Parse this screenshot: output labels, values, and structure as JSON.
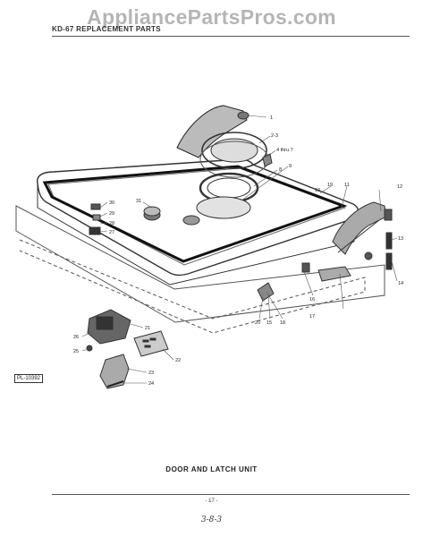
{
  "header": {
    "title": "KD-67 REPLACEMENT PARTS"
  },
  "watermark": {
    "text": "AppliancePartsPros.com"
  },
  "diagram": {
    "plate_id": "PL-10392",
    "caption": "DOOR AND LATCH UNIT",
    "callouts": [
      {
        "id": "c1",
        "label": "1"
      },
      {
        "id": "c2",
        "label": "2-3"
      },
      {
        "id": "c4",
        "label": "4 thru 7"
      },
      {
        "id": "c8",
        "label": "8"
      },
      {
        "id": "c9",
        "label": "9"
      },
      {
        "id": "c10",
        "label": "10"
      },
      {
        "id": "c11",
        "label": "11"
      },
      {
        "id": "c12",
        "label": "12"
      },
      {
        "id": "c13",
        "label": "13"
      },
      {
        "id": "c14",
        "label": "14"
      },
      {
        "id": "c15",
        "label": "15"
      },
      {
        "id": "c16",
        "label": "16"
      },
      {
        "id": "c17",
        "label": "17"
      },
      {
        "id": "c18",
        "label": "18"
      },
      {
        "id": "c19",
        "label": "19"
      },
      {
        "id": "c20",
        "label": "20"
      },
      {
        "id": "c21",
        "label": "21"
      },
      {
        "id": "c22",
        "label": "22"
      },
      {
        "id": "c23",
        "label": "23"
      },
      {
        "id": "c24",
        "label": "24"
      },
      {
        "id": "c25",
        "label": "25"
      },
      {
        "id": "c26",
        "label": "26"
      },
      {
        "id": "c27",
        "label": "27"
      },
      {
        "id": "c28",
        "label": "28"
      },
      {
        "id": "c29",
        "label": "29"
      },
      {
        "id": "c30",
        "label": "30"
      },
      {
        "id": "c31",
        "label": "31"
      }
    ]
  },
  "footer": {
    "page_number": "- 17 -",
    "hand_note": "3-8-3"
  }
}
